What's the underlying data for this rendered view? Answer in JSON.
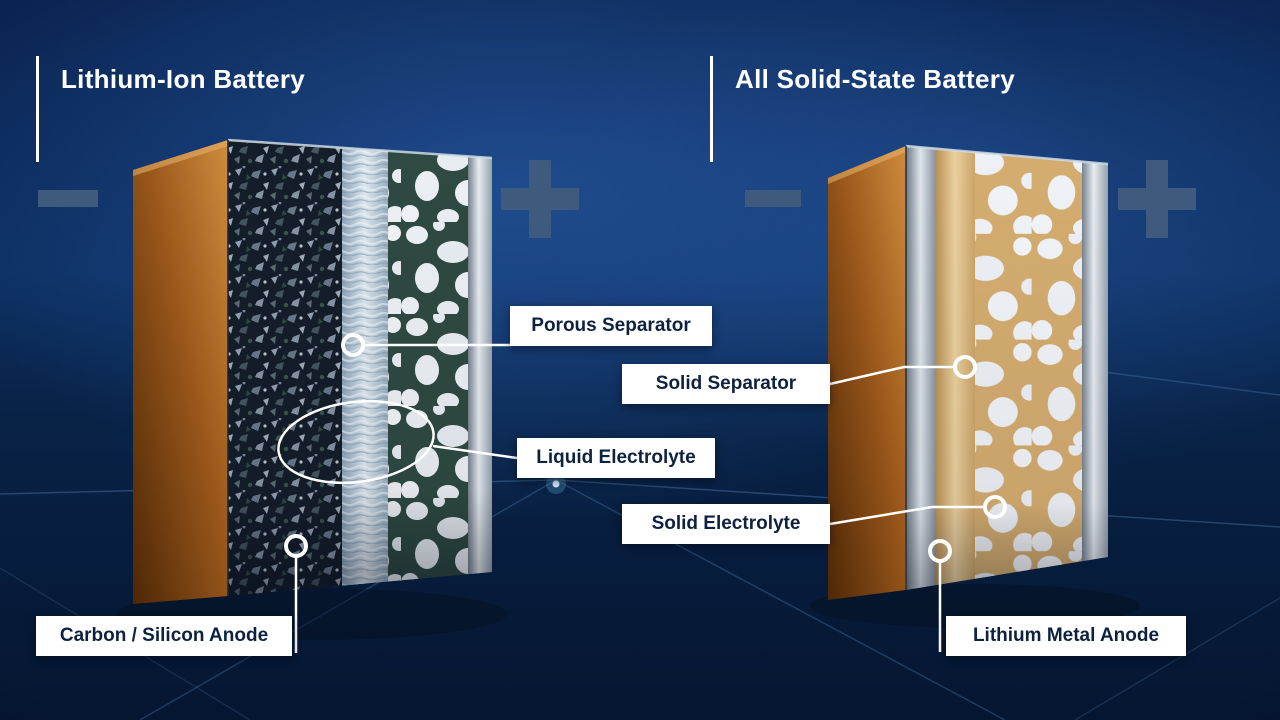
{
  "colors": {
    "bg-blue": "#0c2d5e",
    "label-bg": "#ffffff",
    "label-text": "#0e2240",
    "title-text": "#ffffff",
    "polarity": "#3e5b7e",
    "line": "#ffffff",
    "copper": "#99571b",
    "anode-dark": "#141e2a",
    "separator-light": "#dde8f0",
    "cathode-green": "#2f4a42",
    "cathode-particle": "#eef2f6",
    "electrolyte-tan": "#ecd2a0",
    "electrolyte-tan-deep": "#d5ad70",
    "foil-silver": "#e8edf2"
  },
  "left_battery": {
    "title": "Lithium-Ion Battery",
    "negative_symbol": "−",
    "positive_symbol": "+",
    "labels": {
      "separator": "Porous Separator",
      "electrolyte": "Liquid Electrolyte",
      "anode": "Carbon / Silicon Anode"
    }
  },
  "right_battery": {
    "title": "All Solid-State Battery",
    "negative_symbol": "−",
    "positive_symbol": "+",
    "labels": {
      "separator": "Solid Separator",
      "electrolyte": "Solid Electrolyte",
      "anode": "Lithium Metal Anode"
    }
  }
}
